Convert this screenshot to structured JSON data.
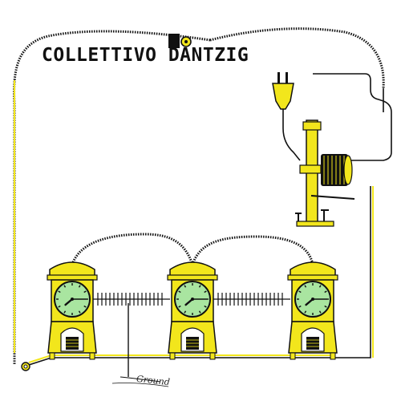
{
  "title": "COLLETTIVO DANTZIG",
  "ground_label": "Ground",
  "colors": {
    "yellow": "#f2e61c",
    "clock_face": "#a9e5a0",
    "ink": "#111111",
    "background": "#ffffff"
  },
  "clocks": [
    {
      "name": "left",
      "hour_hand_deg": 230,
      "minute_hand_deg": 90
    },
    {
      "name": "center",
      "hour_hand_deg": 230,
      "minute_hand_deg": 90
    },
    {
      "name": "right",
      "hour_hand_deg": 230,
      "minute_hand_deg": 90
    }
  ],
  "icons": [
    "plug-icon",
    "coil-icon",
    "logo-stamp-icon",
    "clock-icon",
    "ground-icon"
  ]
}
